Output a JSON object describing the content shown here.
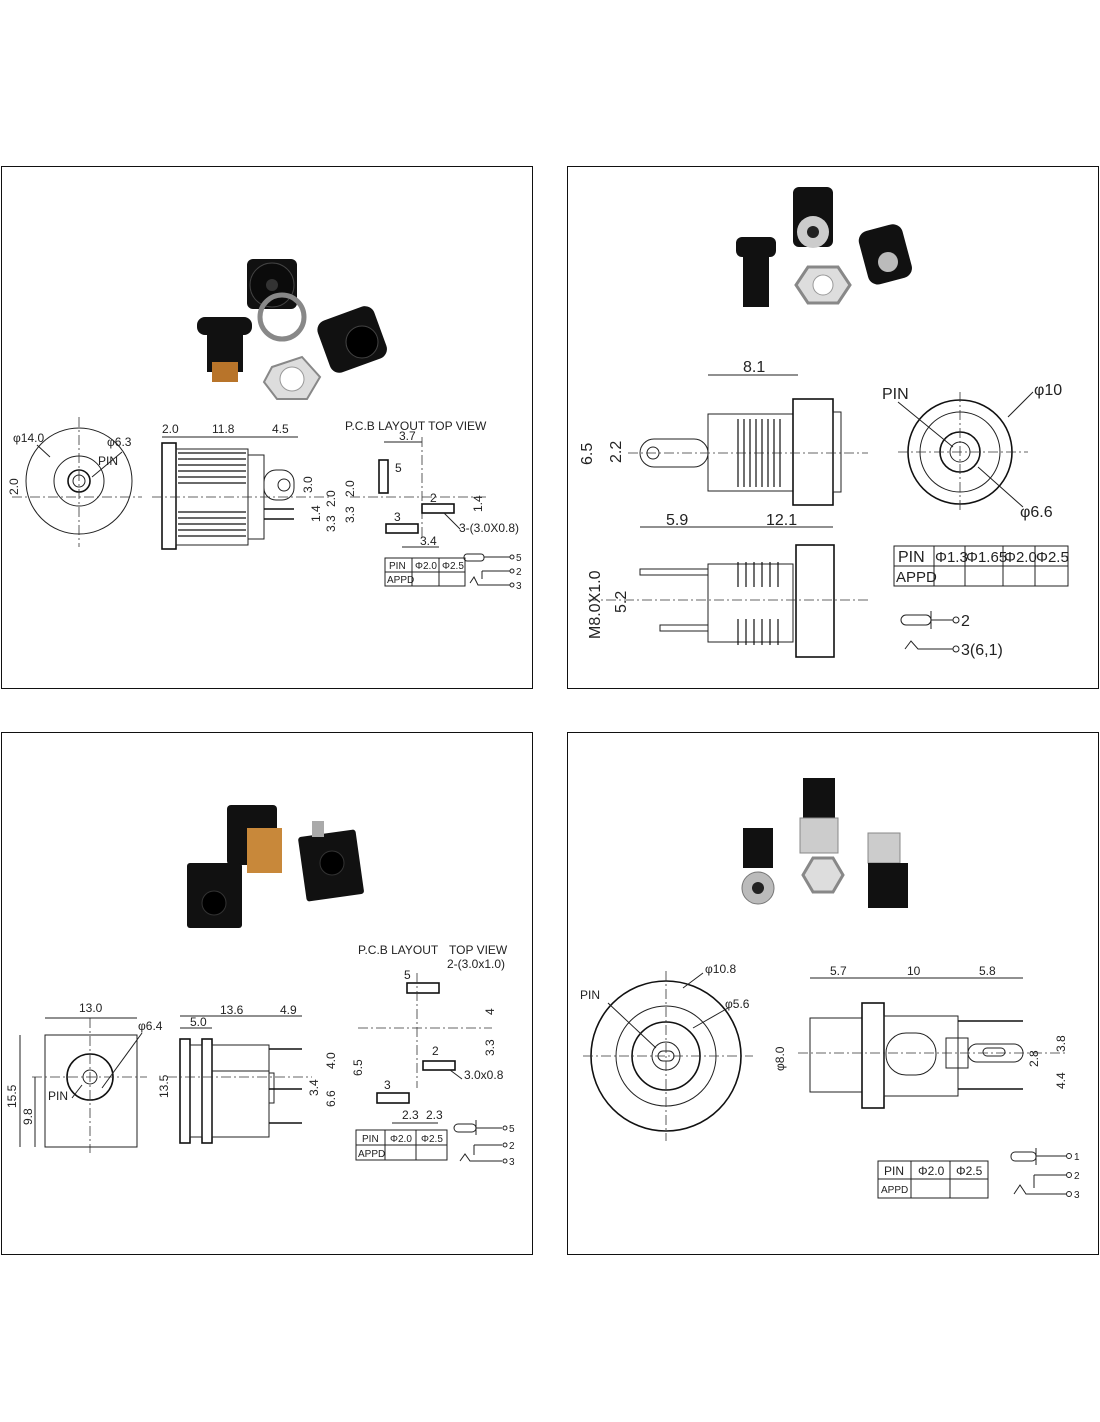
{
  "panels": [
    {
      "front": {
        "dia_outer": "φ14.0",
        "dia_inner": "φ6.3",
        "pin": "PIN",
        "dim_v": "2.0"
      },
      "side": {
        "d1": "2.0",
        "d2": "11.8",
        "d3": "4.5",
        "d4": "3.0",
        "d5": "2.0",
        "d6": "3.3",
        "d7": "1.4"
      },
      "pcb": {
        "title": "P.C.B LAYOUT TOP VIEW",
        "d1": "3.7",
        "p5": "5",
        "d2": "2.0",
        "d3": "3.3",
        "p2": "2",
        "d4": "1.4",
        "p3": "3",
        "pad": "3-(3.0X0.8)",
        "d5": "3.4"
      },
      "table": {
        "headers": [
          "PIN",
          "Φ2.0",
          "Φ2.5"
        ],
        "row": "APPD"
      },
      "pins": [
        "5",
        "2",
        "3"
      ]
    },
    {
      "top": {
        "d1": "8.1",
        "pin": "PIN",
        "dia_outer": "φ10",
        "d2": "6.5",
        "d3": "2.2",
        "d4": "5.9",
        "d5": "12.1",
        "dia_inner": "φ6.6"
      },
      "bottom": {
        "thread": "M8.0X1.0",
        "d1": "5.2"
      },
      "table": {
        "headers": [
          "PIN",
          "Φ1.3",
          "Φ1.65",
          "Φ2.0",
          "Φ2.5"
        ],
        "row": "APPD"
      },
      "pins": [
        "2",
        "3(6,1)"
      ]
    },
    {
      "front": {
        "width": "13.0",
        "dia": "φ6.4",
        "pin": "PIN",
        "height": "15.5",
        "d1": "9.8"
      },
      "side": {
        "h": "13.5",
        "d1": "5.0",
        "d2": "13.6",
        "d3": "4.9",
        "d4": "4.0",
        "d5": "3.4",
        "d6": "6.6"
      },
      "pcb": {
        "title": "P.C.B LAYOUT",
        "title2": "TOP VIEW",
        "pad1": "2-(3.0x1.0)",
        "p5": "5",
        "d1": "4",
        "d2": "3.3",
        "d3": "6.5",
        "p2": "2",
        "pad2": "3.0x0.8",
        "p3": "3",
        "d4": "2.3",
        "d5": "2.3"
      },
      "table": {
        "headers": [
          "PIN",
          "Φ2.0",
          "Φ2.5"
        ],
        "row": "APPD"
      },
      "pins": [
        "5",
        "2",
        "3"
      ]
    },
    {
      "front": {
        "dia_outer": "φ10.8",
        "pin": "PIN",
        "dia_inner": "φ5.6"
      },
      "side": {
        "d1": "5.7",
        "d2": "10",
        "d3": "5.8",
        "dia": "φ8.0",
        "d4": "3.8",
        "d5": "2.8",
        "d6": "4.4"
      },
      "table": {
        "headers": [
          "PIN",
          "Φ2.0",
          "Φ2.5"
        ],
        "row": "APPD"
      },
      "pins": [
        "1",
        "2",
        "3"
      ]
    }
  ]
}
